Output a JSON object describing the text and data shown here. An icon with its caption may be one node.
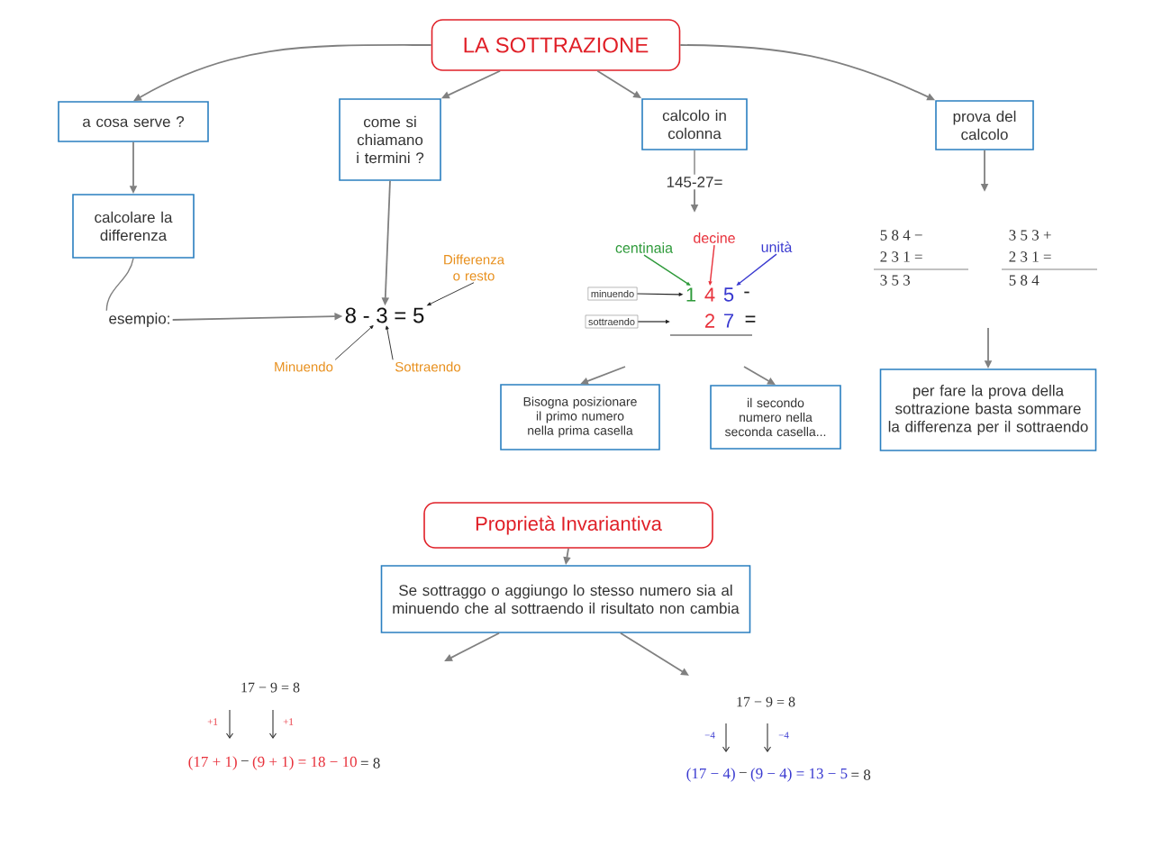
{
  "diagram": {
    "nodes": [
      {
        "text": [
          "LA SOTTRAZIONE"
        ]
      },
      {
        "text": [
          "a cosa serve ?"
        ]
      },
      {
        "text": [
          "come si chiamano i termini ?"
        ]
      },
      {
        "text": [
          "calcolo in colonna"
        ]
      },
      {
        "text": [
          "prova del calcolo"
        ]
      },
      {
        "text": [
          "calcolare la differenza"
        ]
      },
      {
        "text": [
          "145-27="
        ]
      },
      {
        "text": [
          "Differenza o resto"
        ]
      },
      {
        "text": [
          "decine"
        ]
      },
      {
        "text": [
          "centinaia"
        ]
      },
      {
        "text": [
          "unità"
        ]
      },
      {
        "text": [
          "minuendo"
        ]
      },
      {
        "text": [
          "1"
        ]
      },
      {
        "text": [
          "4"
        ]
      },
      {
        "text": [
          "5"
        ]
      },
      {
        "text": [
          "esempio:"
        ]
      },
      {
        "text": [
          "8 - 3 = 5"
        ]
      },
      {
        "text": [
          "sottraendo"
        ]
      },
      {
        "text": [
          "Minuendo"
        ]
      },
      {
        "text": [
          "Sottraendo"
        ]
      },
      {
        "text": [
          "Bisogna posizionare il primo numero nella prima casella"
        ]
      },
      {
        "text": [
          "il secondo numero nella seconda casella..."
        ]
      },
      {
        "text": [
          "per fare la prova della sottrazione basta sommare la differenza per il sottraendo"
        ]
      },
      {
        "text": [
          "Proprietà Invariantiva"
        ]
      },
      {
        "text": [
          "Se sottraggo o aggiungo lo stesso numero sia al minuendo che al sottraendo il risultato non cambia"
        ]
      }
    ],
    "edges": [
      {
        "from": 0,
        "to": 1,
        "arrow": "to"
      },
      {
        "from": 0,
        "to": 2,
        "arrow": "to"
      },
      {
        "from": 0,
        "to": 3,
        "arrow": "to"
      },
      {
        "from": 0,
        "to": 4,
        "arrow": "to"
      },
      {
        "from": 1,
        "to": 5,
        "arrow": "to"
      },
      {
        "from": 5,
        "to": 15,
        "arrow": "none"
      },
      {
        "from": 15,
        "to": 16,
        "arrow": "to"
      },
      {
        "from": 2,
        "to": 16,
        "arrow": "to"
      },
      {
        "from": 7,
        "to": 16,
        "arrow": "to",
        "color": "#222222"
      },
      {
        "from": 18,
        "to": 16,
        "arrow": "to",
        "color": "#222222"
      },
      {
        "from": 19,
        "to": 16,
        "arrow": "to",
        "color": "#222222"
      },
      {
        "from": 3,
        "to": 6,
        "arrow": "none"
      },
      {
        "from": 6,
        "to": null,
        "arrow": "to"
      },
      {
        "from": 9,
        "to": 12,
        "arrow": "to",
        "color": "#2e9a3a"
      },
      {
        "from": 8,
        "to": 13,
        "arrow": "to",
        "color": "#e8323c"
      },
      {
        "from": 10,
        "to": 14,
        "arrow": "to",
        "color": "#3a3ad0"
      },
      {
        "from": 11,
        "to": 12,
        "arrow": "to",
        "color": "#222222"
      },
      {
        "from": 17,
        "to": null,
        "arrow": "to",
        "color": "#222222"
      },
      {
        "from": null,
        "to": 20,
        "arrow": "to"
      },
      {
        "from": null,
        "to": 21,
        "arrow": "to"
      },
      {
        "from": 4,
        "to": null,
        "arrow": "to"
      },
      {
        "from": null,
        "to": 22,
        "arrow": "to"
      },
      {
        "from": 23,
        "to": 24,
        "arrow": "to"
      },
      {
        "from": 24,
        "to": null,
        "arrow": "to"
      },
      {
        "from": 24,
        "to": null,
        "arrow": "to"
      }
    ],
    "labels": [
      "-",
      "2",
      "7",
      "=",
      "5 8 4 −",
      "2 3 1 =",
      "3 5 3",
      "3 5 3 +",
      "2 3 1 =",
      "5 8 4",
      "17 − 9 = 8",
      "+1",
      "+1",
      "(17 + 1)",
      "−",
      "(9 + 1) = 18 − 10",
      "= 8",
      "17 − 9 = 8",
      "−4",
      "−4",
      "(17 − 4)",
      "−",
      "(9 − 4) = 13 − 5",
      "= 8"
    ]
  }
}
